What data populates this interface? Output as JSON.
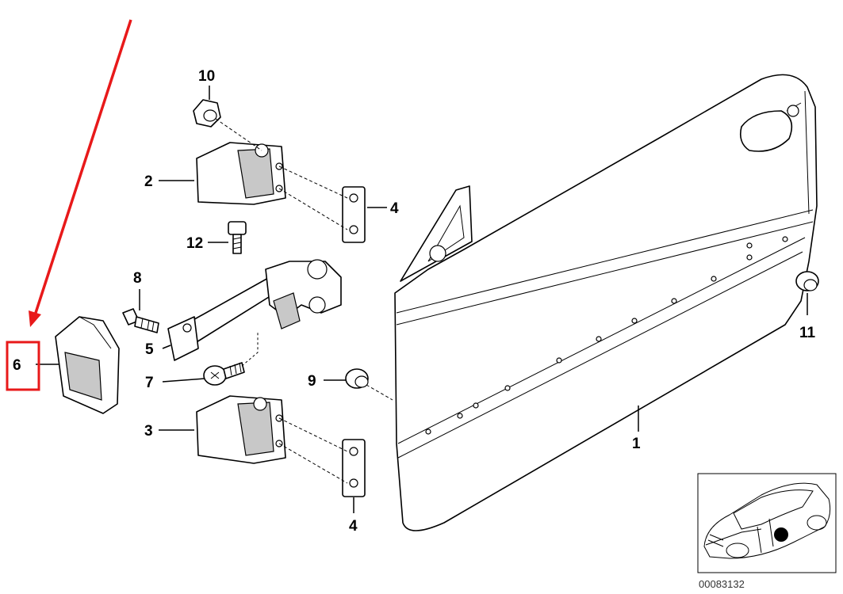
{
  "callouts": [
    {
      "id": "1",
      "label": "1"
    },
    {
      "id": "2",
      "label": "2"
    },
    {
      "id": "3",
      "label": "3"
    },
    {
      "id": "4a",
      "label": "4"
    },
    {
      "id": "4b",
      "label": "4"
    },
    {
      "id": "5",
      "label": "5"
    },
    {
      "id": "6",
      "label": "6"
    },
    {
      "id": "7",
      "label": "7"
    },
    {
      "id": "8",
      "label": "8"
    },
    {
      "id": "9",
      "label": "9"
    },
    {
      "id": "10",
      "label": "10"
    },
    {
      "id": "11",
      "label": "11"
    },
    {
      "id": "12",
      "label": "12"
    }
  ],
  "reference_number": "00083132",
  "highlight": {
    "box_color": "#e8191a",
    "arrow_color": "#e8191a",
    "highlighted_part": "6"
  },
  "icons": {
    "car_locator": "car-locator-icon",
    "arrow": "red-arrow-icon"
  }
}
